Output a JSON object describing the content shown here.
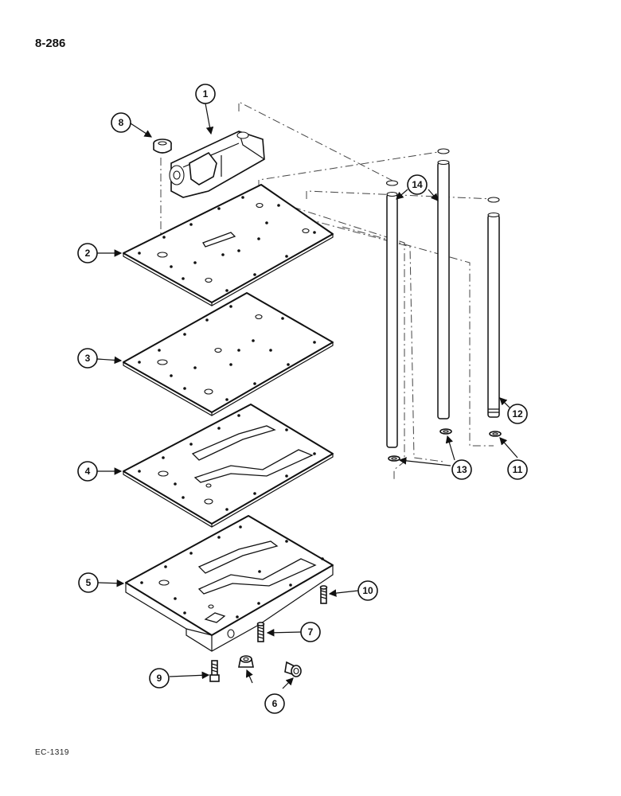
{
  "page_number": "8-286",
  "figure_code": "EC-1319",
  "callouts": [
    {
      "label": "1"
    },
    {
      "label": "2"
    },
    {
      "label": "3"
    },
    {
      "label": "4"
    },
    {
      "label": "5"
    },
    {
      "label": "6"
    },
    {
      "label": "7"
    },
    {
      "label": "8"
    },
    {
      "label": "9"
    },
    {
      "label": "10"
    },
    {
      "label": "11"
    },
    {
      "label": "12"
    },
    {
      "label": "13"
    },
    {
      "label": "14"
    }
  ]
}
